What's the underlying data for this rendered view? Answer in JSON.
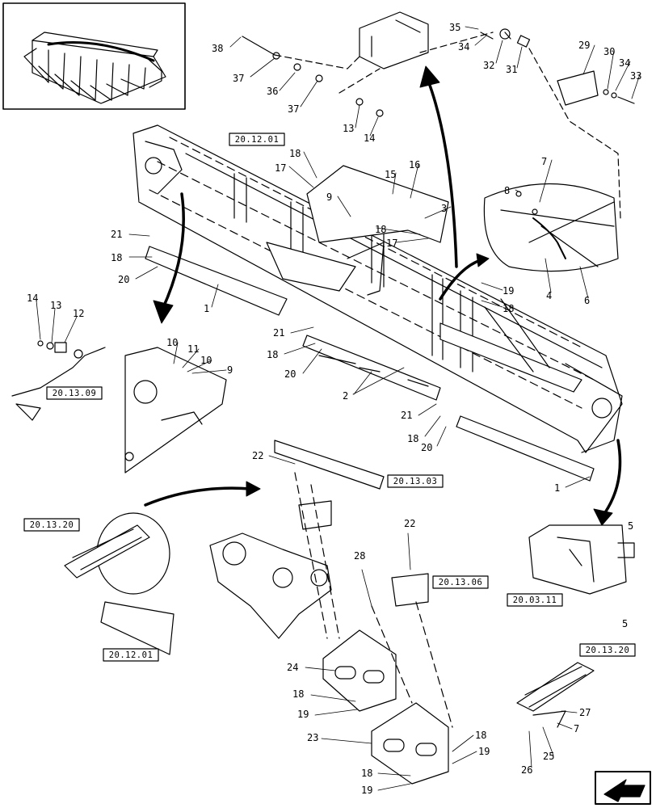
{
  "references": [
    {
      "id": "ref-top-frame",
      "text": "20.12.01"
    },
    {
      "id": "ref-left-drive",
      "text": "20.13.09"
    },
    {
      "id": "ref-bracket",
      "text": "20.13.03"
    },
    {
      "id": "ref-gearbox-left",
      "text": "20.13.20"
    },
    {
      "id": "ref-plate",
      "text": "20.13.06"
    },
    {
      "id": "ref-endshield",
      "text": "20.03.11"
    },
    {
      "id": "ref-bottom-frame",
      "text": "20.12.01"
    },
    {
      "id": "ref-gearbox-right",
      "text": "20.13.20"
    }
  ],
  "callouts": [
    {
      "id": "c38",
      "text": "38"
    },
    {
      "id": "c37a",
      "text": "37"
    },
    {
      "id": "c36",
      "text": "36"
    },
    {
      "id": "c37b",
      "text": "37"
    },
    {
      "id": "c13t",
      "text": "13"
    },
    {
      "id": "c14t",
      "text": "14"
    },
    {
      "id": "c35",
      "text": "35"
    },
    {
      "id": "c34a",
      "text": "34"
    },
    {
      "id": "c32",
      "text": "32"
    },
    {
      "id": "c31",
      "text": "31"
    },
    {
      "id": "c29",
      "text": "29"
    },
    {
      "id": "c30",
      "text": "30"
    },
    {
      "id": "c34b",
      "text": "34"
    },
    {
      "id": "c33",
      "text": "33"
    },
    {
      "id": "c18a",
      "text": "18"
    },
    {
      "id": "c17a",
      "text": "17"
    },
    {
      "id": "c15",
      "text": "15"
    },
    {
      "id": "c16",
      "text": "16"
    },
    {
      "id": "c9a",
      "text": "9"
    },
    {
      "id": "c3",
      "text": "3"
    },
    {
      "id": "c18b",
      "text": "18"
    },
    {
      "id": "c17b",
      "text": "17"
    },
    {
      "id": "c7",
      "text": "7"
    },
    {
      "id": "c8",
      "text": "8"
    },
    {
      "id": "c4",
      "text": "4"
    },
    {
      "id": "c6",
      "text": "6"
    },
    {
      "id": "c21a",
      "text": "21"
    },
    {
      "id": "c18c",
      "text": "18"
    },
    {
      "id": "c20a",
      "text": "20"
    },
    {
      "id": "c1a",
      "text": "1"
    },
    {
      "id": "c19a",
      "text": "19"
    },
    {
      "id": "c18d",
      "text": "18"
    },
    {
      "id": "c14l",
      "text": "14"
    },
    {
      "id": "c13l",
      "text": "13"
    },
    {
      "id": "c12",
      "text": "12"
    },
    {
      "id": "c10a",
      "text": "10"
    },
    {
      "id": "c11",
      "text": "11"
    },
    {
      "id": "c10b",
      "text": "10"
    },
    {
      "id": "c9b",
      "text": "9"
    },
    {
      "id": "c21b",
      "text": "21"
    },
    {
      "id": "c18e",
      "text": "18"
    },
    {
      "id": "c20b",
      "text": "20"
    },
    {
      "id": "c2",
      "text": "2"
    },
    {
      "id": "c21c",
      "text": "21"
    },
    {
      "id": "c18f",
      "text": "18"
    },
    {
      "id": "c20c",
      "text": "20"
    },
    {
      "id": "c1b",
      "text": "1"
    },
    {
      "id": "c22a",
      "text": "22"
    },
    {
      "id": "c22b",
      "text": "22"
    },
    {
      "id": "c5a",
      "text": "5"
    },
    {
      "id": "c5b",
      "text": "5"
    },
    {
      "id": "c28",
      "text": "28"
    },
    {
      "id": "c24",
      "text": "24"
    },
    {
      "id": "c18g",
      "text": "18"
    },
    {
      "id": "c19b",
      "text": "19"
    },
    {
      "id": "c23",
      "text": "23"
    },
    {
      "id": "c18h",
      "text": "18"
    },
    {
      "id": "c19c",
      "text": "19"
    },
    {
      "id": "c18i",
      "text": "18"
    },
    {
      "id": "c19d",
      "text": "19"
    },
    {
      "id": "c27",
      "text": "27"
    },
    {
      "id": "c7b",
      "text": "7"
    },
    {
      "id": "c26",
      "text": "26"
    },
    {
      "id": "c25",
      "text": "25"
    }
  ]
}
